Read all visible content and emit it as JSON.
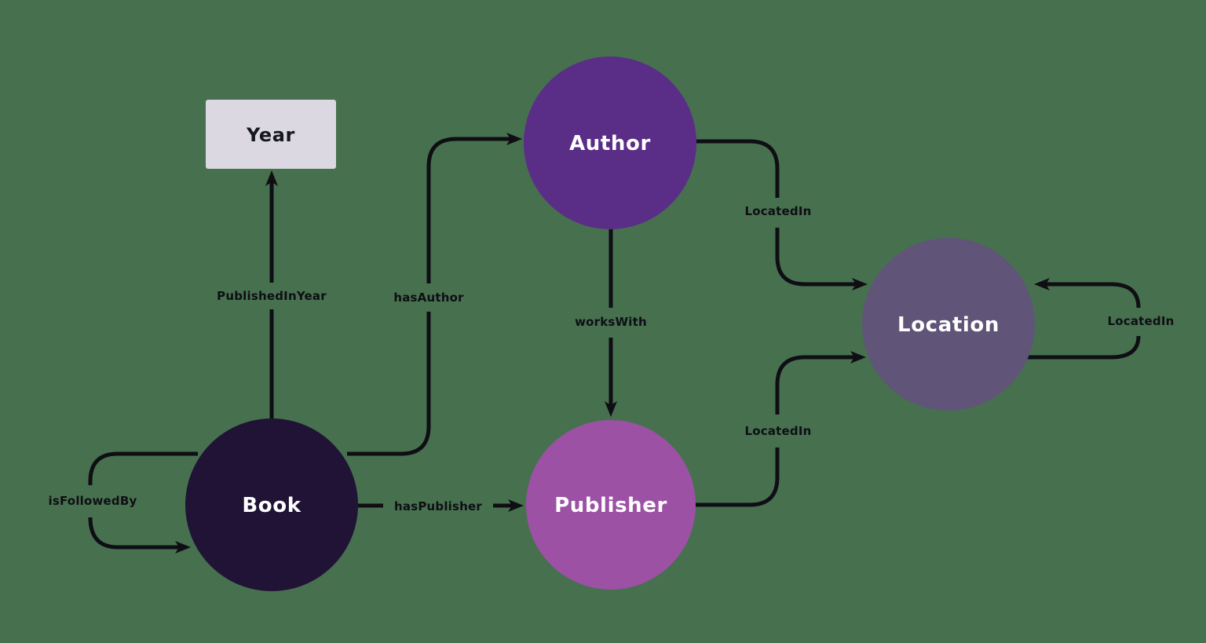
{
  "diagram_type": "graph-schema",
  "colors": {
    "background": "#47704F",
    "edge": "#0E0E14",
    "edge_label": "#0E0E14"
  },
  "nodes": {
    "year": {
      "label": "Year",
      "shape": "rectangle",
      "color": "#DBD8E2",
      "text_color": "#17171F"
    },
    "author": {
      "label": "Author",
      "shape": "circle",
      "color": "#5A2E87",
      "text_color": "#FFFFFF"
    },
    "book": {
      "label": "Book",
      "shape": "circle",
      "color": "#211336",
      "text_color": "#FFFFFF"
    },
    "publisher": {
      "label": "Publisher",
      "shape": "circle",
      "color": "#9C51A5",
      "text_color": "#FFFFFF"
    },
    "location": {
      "label": "Location",
      "shape": "circle",
      "color": "#605478",
      "text_color": "#FFFFFF"
    }
  },
  "edges": {
    "published_in_year": {
      "label": "PublishedInYear",
      "source": "Book",
      "target": "Year"
    },
    "has_author": {
      "label": "hasAuthor",
      "source": "Book",
      "target": "Author"
    },
    "works_with": {
      "label": "worksWith",
      "source": "Author",
      "target": "Publisher"
    },
    "has_publisher": {
      "label": "hasPublisher",
      "source": "Book",
      "target": "Publisher"
    },
    "located_in_author": {
      "label": "LocatedIn",
      "source": "Author",
      "target": "Location"
    },
    "located_in_publisher": {
      "label": "LocatedIn",
      "source": "Publisher",
      "target": "Location"
    },
    "located_in_location": {
      "label": "LocatedIn",
      "source": "Location",
      "target": "Location"
    },
    "is_followed_by": {
      "label": "isFollowedBy",
      "source": "Book",
      "target": "Book"
    }
  }
}
